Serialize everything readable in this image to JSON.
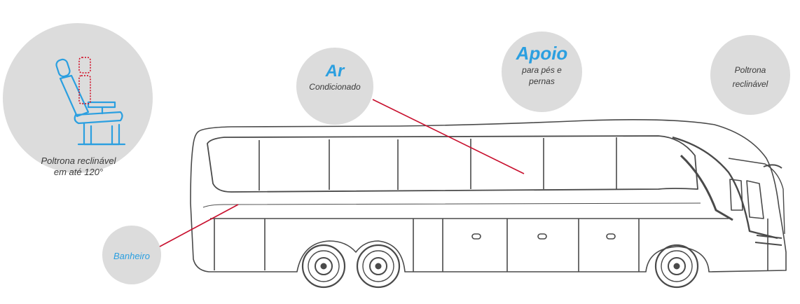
{
  "features": {
    "seat": {
      "label_line1": "Poltrona reclinável",
      "label_line2": "em até 120°"
    },
    "ac": {
      "title": "Ar",
      "subtitle": "Condicionado"
    },
    "legrest": {
      "title": "Apoio",
      "subtitle_line1": "para pés e",
      "subtitle_line2": "pernas"
    },
    "recliner": {
      "label_line1": "Poltrona",
      "label_line2": "reclinável"
    },
    "bathroom": {
      "label": "Banheiro"
    }
  },
  "colors": {
    "circle_fill": "#dcdcdc",
    "accent_blue": "#2b9fe0",
    "leader_red": "#c8102e",
    "bus_outline": "#4a4a4a",
    "text_dark": "#3a3a3a"
  },
  "icons": [
    "seat-icon",
    "bus-illustration"
  ]
}
